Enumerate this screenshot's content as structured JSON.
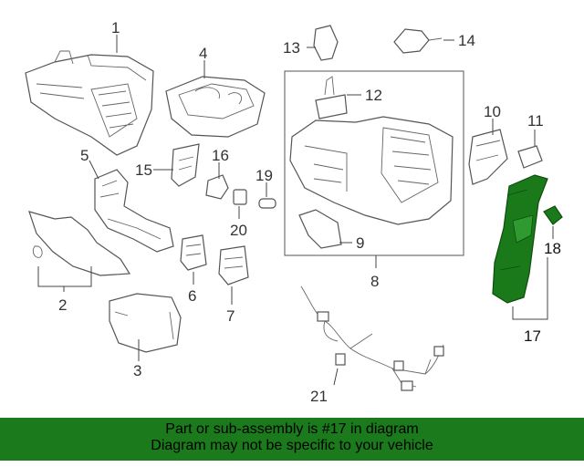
{
  "callouts": {
    "n1": "1",
    "n2": "2",
    "n3": "3",
    "n4": "4",
    "n5": "5",
    "n6": "6",
    "n7": "7",
    "n8": "8",
    "n9": "9",
    "n10": "10",
    "n11": "11",
    "n12": "12",
    "n13": "13",
    "n14": "14",
    "n15": "15",
    "n16": "16",
    "n17": "17",
    "n18": "18",
    "n19": "19",
    "n20": "20",
    "n21": "21"
  },
  "highlight": {
    "part_number": "17",
    "color": "#1b7a1b"
  },
  "banner": {
    "line1": "Part or sub-assembly is #17 in diagram",
    "line2": "Diagram may not be specific to your vehicle"
  }
}
